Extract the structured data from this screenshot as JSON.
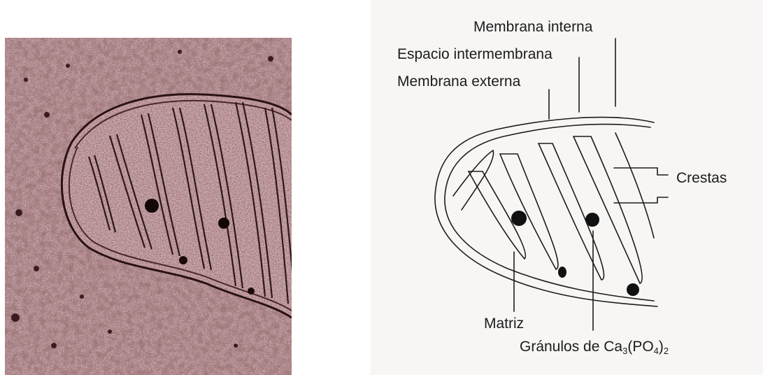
{
  "photo": {
    "description": "electron-micrograph-mitochondrion"
  },
  "diagram": {
    "labels": {
      "membrana_interna": "Membrana interna",
      "espacio_intermembrana": "Espacio intermembrana",
      "membrana_externa": "Membrana externa",
      "crestas": "Crestas",
      "matriz": "Matriz",
      "granulos_prefix": "Gránulos de Ca",
      "granulos_sub1": "3",
      "granulos_mid": "(PO",
      "granulos_sub2": "4",
      "granulos_suffix": ")",
      "granulos_sub3": "2"
    }
  }
}
